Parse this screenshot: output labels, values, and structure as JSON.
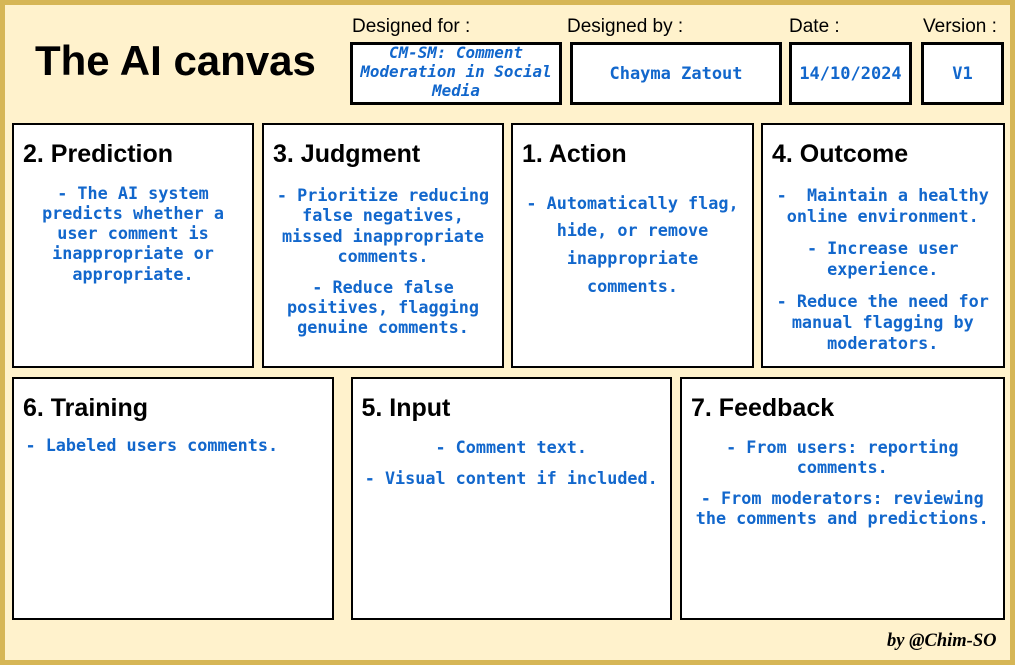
{
  "canvas": {
    "title": "The AI canvas",
    "credit": "by @Chim-SO"
  },
  "colors": {
    "page_background": "#FFF2CC",
    "frame_border": "#D6B656",
    "box_fill": "#FFFFFF",
    "box_border": "#000000",
    "accent_text": "#1267CC",
    "heading_text": "#000000"
  },
  "header": {
    "fields": [
      {
        "label": "Designed for :",
        "value": "CM-SM: Comment\nModeration in Social\nMedia"
      },
      {
        "label": "Designed by :",
        "value": "Chayma Zatout"
      },
      {
        "label": "Date :",
        "value": "14/10/2024"
      },
      {
        "label": "Version :",
        "value": "V1"
      }
    ]
  },
  "boxes": [
    {
      "heading": "2. Prediction",
      "bullets": [
        "- The AI system\npredicts whether a\nuser comment is\ninappropriate or\nappropriate."
      ]
    },
    {
      "heading": "3. Judgment",
      "bullets": [
        "- Prioritize reducing\nfalse negatives,\nmissed inappropriate\ncomments.",
        "- Reduce false\npositives, flagging\ngenuine comments."
      ]
    },
    {
      "heading": "1. Action",
      "bullets": [
        "- Automatically flag,\nhide, or remove\ninappropriate\ncomments."
      ]
    },
    {
      "heading": "4. Outcome",
      "bullets": [
        "-  Maintain a healthy\nonline environment.",
        "- Increase user\nexperience.",
        "- Reduce the need for\nmanual flagging by\nmoderators."
      ]
    },
    {
      "heading": "6. Training",
      "bullets": [
        "- Labeled users comments."
      ]
    },
    {
      "heading": "5. Input",
      "bullets": [
        "- Comment text.",
        "- Visual content if included."
      ]
    },
    {
      "heading": "7. Feedback",
      "bullets": [
        "- From users: reporting\ncomments.",
        "- From moderators: reviewing\nthe comments and predictions."
      ]
    }
  ]
}
